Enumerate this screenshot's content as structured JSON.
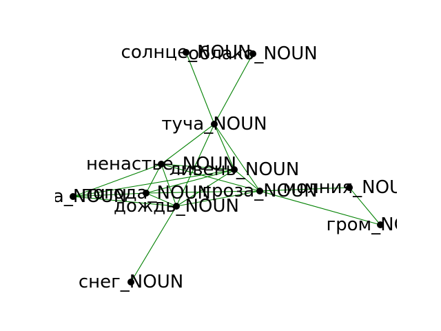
{
  "graph": {
    "edge_color": "#008000",
    "node_color": "#000000",
    "label_color": "#000000",
    "nodes": [
      {
        "id": "sun",
        "label": "солнце_NOUN"
      },
      {
        "id": "cloud",
        "label": "облако_NOUN"
      },
      {
        "id": "raincloud",
        "label": "туча_NOUN"
      },
      {
        "id": "badweather",
        "label": "ненастье_NOUN"
      },
      {
        "id": "downpour",
        "label": "ливень_NOUN"
      },
      {
        "id": "storm",
        "label": "гроза_NOUN"
      },
      {
        "id": "lightning",
        "label": "молния_NOUN"
      },
      {
        "id": "thunder",
        "label": "гром_NOUN"
      },
      {
        "id": "weather",
        "label": "погода_NOUN"
      },
      {
        "id": "left",
        "label": "вода_NOUN"
      },
      {
        "id": "rain",
        "label": "дождь_NOUN"
      },
      {
        "id": "snow",
        "label": "снег_NOUN"
      }
    ],
    "edges": [
      [
        "sun",
        "raincloud"
      ],
      [
        "cloud",
        "raincloud"
      ],
      [
        "raincloud",
        "badweather"
      ],
      [
        "raincloud",
        "downpour"
      ],
      [
        "raincloud",
        "storm"
      ],
      [
        "raincloud",
        "rain"
      ],
      [
        "badweather",
        "downpour"
      ],
      [
        "badweather",
        "storm"
      ],
      [
        "badweather",
        "left"
      ],
      [
        "badweather",
        "rain"
      ],
      [
        "badweather",
        "weather"
      ],
      [
        "downpour",
        "storm"
      ],
      [
        "downpour",
        "weather"
      ],
      [
        "downpour",
        "rain"
      ],
      [
        "downpour",
        "left"
      ],
      [
        "storm",
        "lightning"
      ],
      [
        "storm",
        "thunder"
      ],
      [
        "storm",
        "weather"
      ],
      [
        "storm",
        "rain"
      ],
      [
        "lightning",
        "thunder"
      ],
      [
        "weather",
        "rain"
      ],
      [
        "weather",
        "left"
      ],
      [
        "rain",
        "left"
      ],
      [
        "rain",
        "snow"
      ]
    ]
  }
}
